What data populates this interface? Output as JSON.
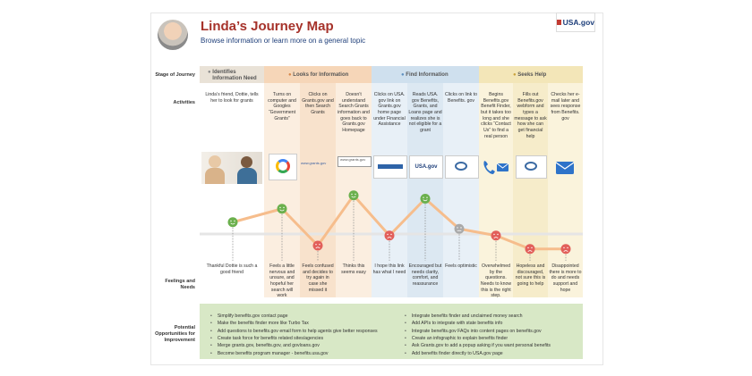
{
  "header": {
    "title": "Linda’s Journey Map",
    "subtitle": "Browse information or learn more on a general topic",
    "logo_text": "USA.gov"
  },
  "rows": {
    "stage_label": "Stage of Journey",
    "activities_label": "Activities",
    "feelings_label": "Feelings and Needs",
    "opportunities_label": "Potential Opportunities for Improvement"
  },
  "stages": [
    {
      "label": "Identifies Information Need",
      "color": "#e9e2d7"
    },
    {
      "label": "Looks for Information",
      "color": "#f6d6b8"
    },
    {
      "label": "Find Information",
      "color": "#cfe0ee"
    },
    {
      "label": "Seeks Help",
      "color": "#f3e6b8"
    }
  ],
  "activities": [
    "Linda’s friend, Dottie, tells her to look for grants",
    "Turns on computer and Googles “Government Grants”",
    "Clicks on Grants.gov and then Search Grants",
    "Doesn’t understand Search Grants information and goes back to Grants.gov Homepage",
    "Clicks on USA. gov link on Grants.gov home page under Financial Assistance",
    "Reads USA. gov Benefits, Grants, and Loans page and realizes she is not eligible for a grant",
    "Clicks on link to Benefits. gov",
    "Begins Benefits.gov Benefit Finder, but it takes too long and she clicks “Contact Us” to find a real person",
    "Fills out Benefits.gov webform and types a message to ask how she can get financial help",
    "Checks her e-mail later and sees response from Benefits. gov"
  ],
  "screenshots": {
    "search_results_text": "www.grants.gov",
    "address_text": "www.grants.gov",
    "usagov_text": "USA.gov"
  },
  "feelings": [
    "Thankful Dottie is such a good friend",
    "Feels a little nervous and unsure, and hopeful her search will work",
    "Feels confused and decides to try again in case she missed it",
    "Thinks this seems easy",
    "I hope this link has what I need",
    "Encouraged but needs clarity, comfort, and reassurance",
    "Feels optimistic",
    "Overwhelmed by the questions. Needs to know this is the right step.",
    "Hopeless and discouraged, not sure this is going to help",
    "Disappointed there is more to do and needs support and hope"
  ],
  "emotion_levels": [
    0.55,
    0.75,
    0.2,
    0.95,
    0.35,
    0.9,
    0.45,
    0.35,
    0.15,
    0.15
  ],
  "colors": {
    "happy": "#6bb04d",
    "neutral": "#a9a9a9",
    "sad": "#e25f5a",
    "curve": "#f6bd8c",
    "title": "#a6322a",
    "opportunity_bg": "#d8e8c6"
  },
  "opportunities": {
    "left": [
      "Simplify benefits.gov contact page",
      "Make the benefits finder more like Turbo Tax",
      "Add questions to benefits.gov email form to help agents give better responses",
      "Create task force for benefits related sites/agencies",
      "Merge grants.gov, benefits.gov, and govloans.gov",
      "Become benefits program manager - benefits.usa.gov"
    ],
    "right": [
      "Integrate benefits finder and unclaimed money search",
      "Add APIs to integrate with state benefits info",
      "Integrate benefits.gov FAQs into content pages on benefits.gov",
      "Create an infographic to explain benefits finder",
      "Ask Grants.gov to add a popup asking if you want personal benefits",
      "Add benefits finder directly to USA.gov page"
    ]
  }
}
